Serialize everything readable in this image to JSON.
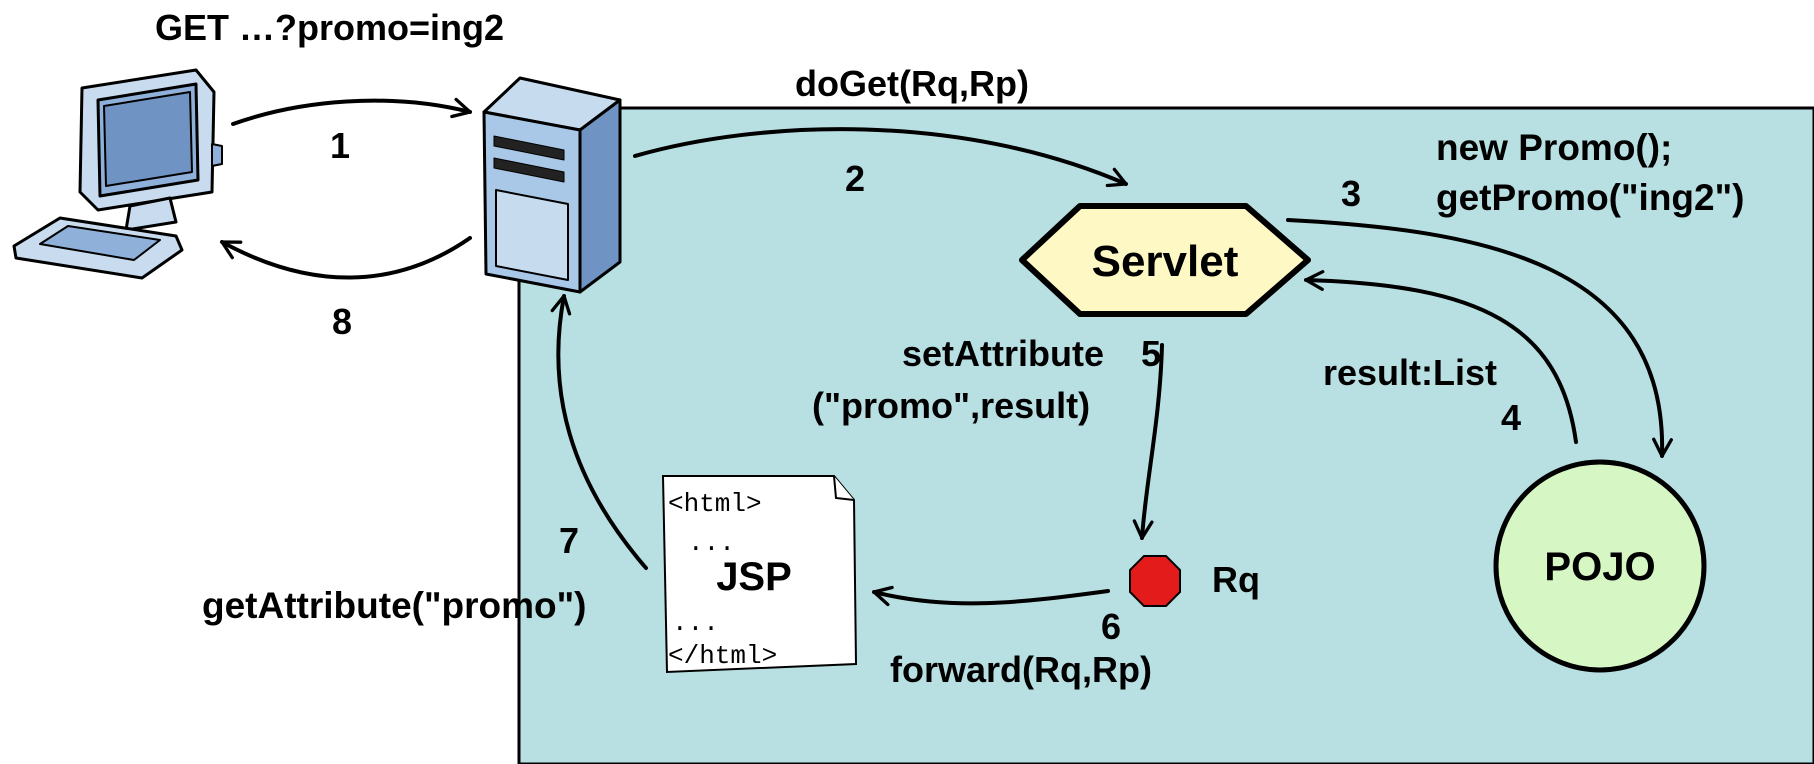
{
  "colors": {
    "container_bg": "#b8dfe2",
    "servlet_fill": "#fdf8c4",
    "pojo_fill": "#d6f7c4",
    "stop_red": "#e31b1b",
    "server_blue": "#8fb4d8",
    "computer_blue": "#8fb0d8"
  },
  "icons": {
    "client": "desktop-computer-icon",
    "server": "server-tower-icon",
    "request": "stop-octagon-icon",
    "page": "document-page-icon"
  },
  "labels": {
    "request_line": "GET …?promo=ing2",
    "do_get": "doGet(Rq,Rp)",
    "step1": "1",
    "step2": "2",
    "step3": "3",
    "step4": "4",
    "step5": "5",
    "step6": "6",
    "step7": "7",
    "step8": "8",
    "new_promo": "new Promo();",
    "get_promo": "getPromo(\"ing2\")",
    "result_list": "result:List",
    "set_attr_1": "setAttribute",
    "set_attr_2": "(\"promo\",result)",
    "forward": "forward(Rq,Rp)",
    "get_attribute": "getAttribute(\"promo\")",
    "rq": "Rq"
  },
  "nodes": {
    "servlet": "Servlet",
    "pojo": "POJO",
    "jsp": "JSP"
  },
  "jsp_doc": {
    "open_tag": "<html>",
    "dots1": "...",
    "dots2": "...",
    "close_tag": "</html>"
  }
}
